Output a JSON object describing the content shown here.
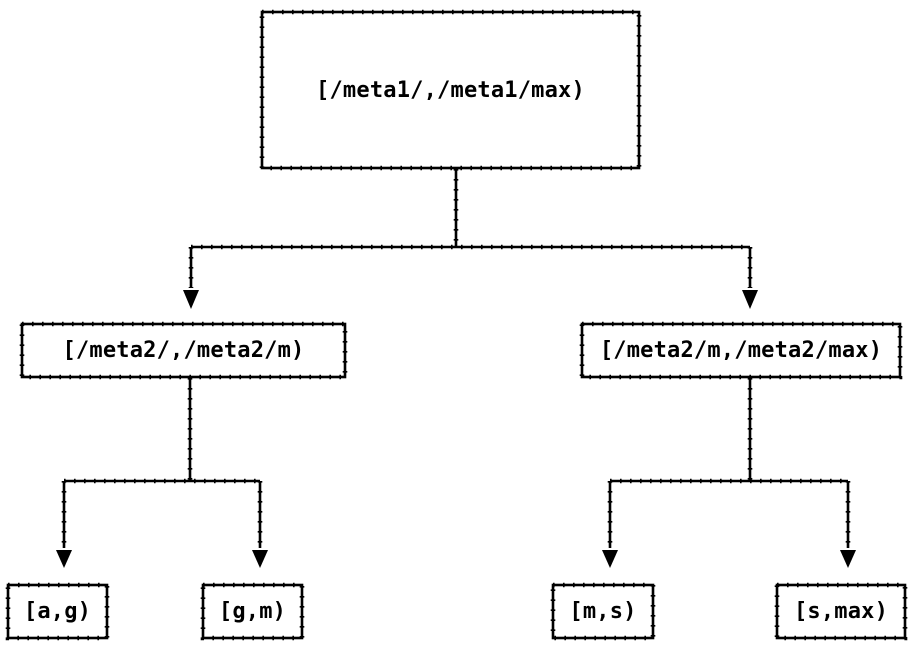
{
  "diagram": {
    "type": "tree",
    "colors": {
      "background": "#ffffff",
      "line": "#000000",
      "text": "#000000"
    },
    "nodes": [
      {
        "id": "root",
        "label": "[/meta1/,/meta1/max)"
      },
      {
        "id": "meta2-left",
        "label": "[/meta2/,/meta2/m)"
      },
      {
        "id": "meta2-right",
        "label": "[/meta2/m,/meta2/max)"
      },
      {
        "id": "leaf-ag",
        "label": "[a,g)"
      },
      {
        "id": "leaf-gm",
        "label": "[g,m)"
      },
      {
        "id": "leaf-ms",
        "label": "[m,s)"
      },
      {
        "id": "leaf-smax",
        "label": "[s,max)"
      }
    ],
    "edges": [
      {
        "from": "root",
        "to": "meta2-left"
      },
      {
        "from": "root",
        "to": "meta2-right"
      },
      {
        "from": "meta2-left",
        "to": "leaf-ag"
      },
      {
        "from": "meta2-left",
        "to": "leaf-gm"
      },
      {
        "from": "meta2-right",
        "to": "leaf-ms"
      },
      {
        "from": "meta2-right",
        "to": "leaf-smax"
      }
    ]
  }
}
